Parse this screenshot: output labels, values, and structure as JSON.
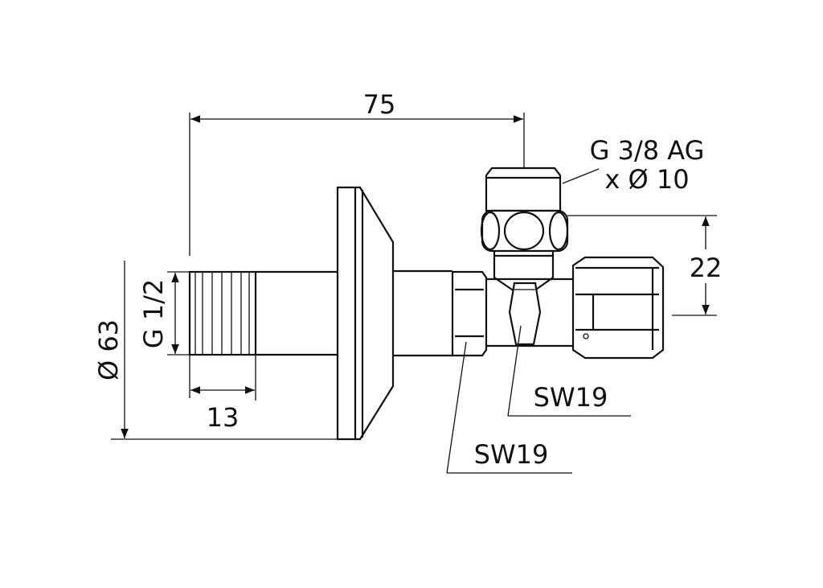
{
  "drawing": {
    "dim_length": "75",
    "dim_outlet_thread": "G 3/8 AG",
    "dim_outlet_pipe": "x Ø 10",
    "dim_offset": "22",
    "dim_rosette": "Ø 63",
    "dim_inlet_thread": "G 1/2",
    "dim_thread_length": "13",
    "wrench_size_valve": "SW19",
    "wrench_size_nut": "SW19"
  }
}
